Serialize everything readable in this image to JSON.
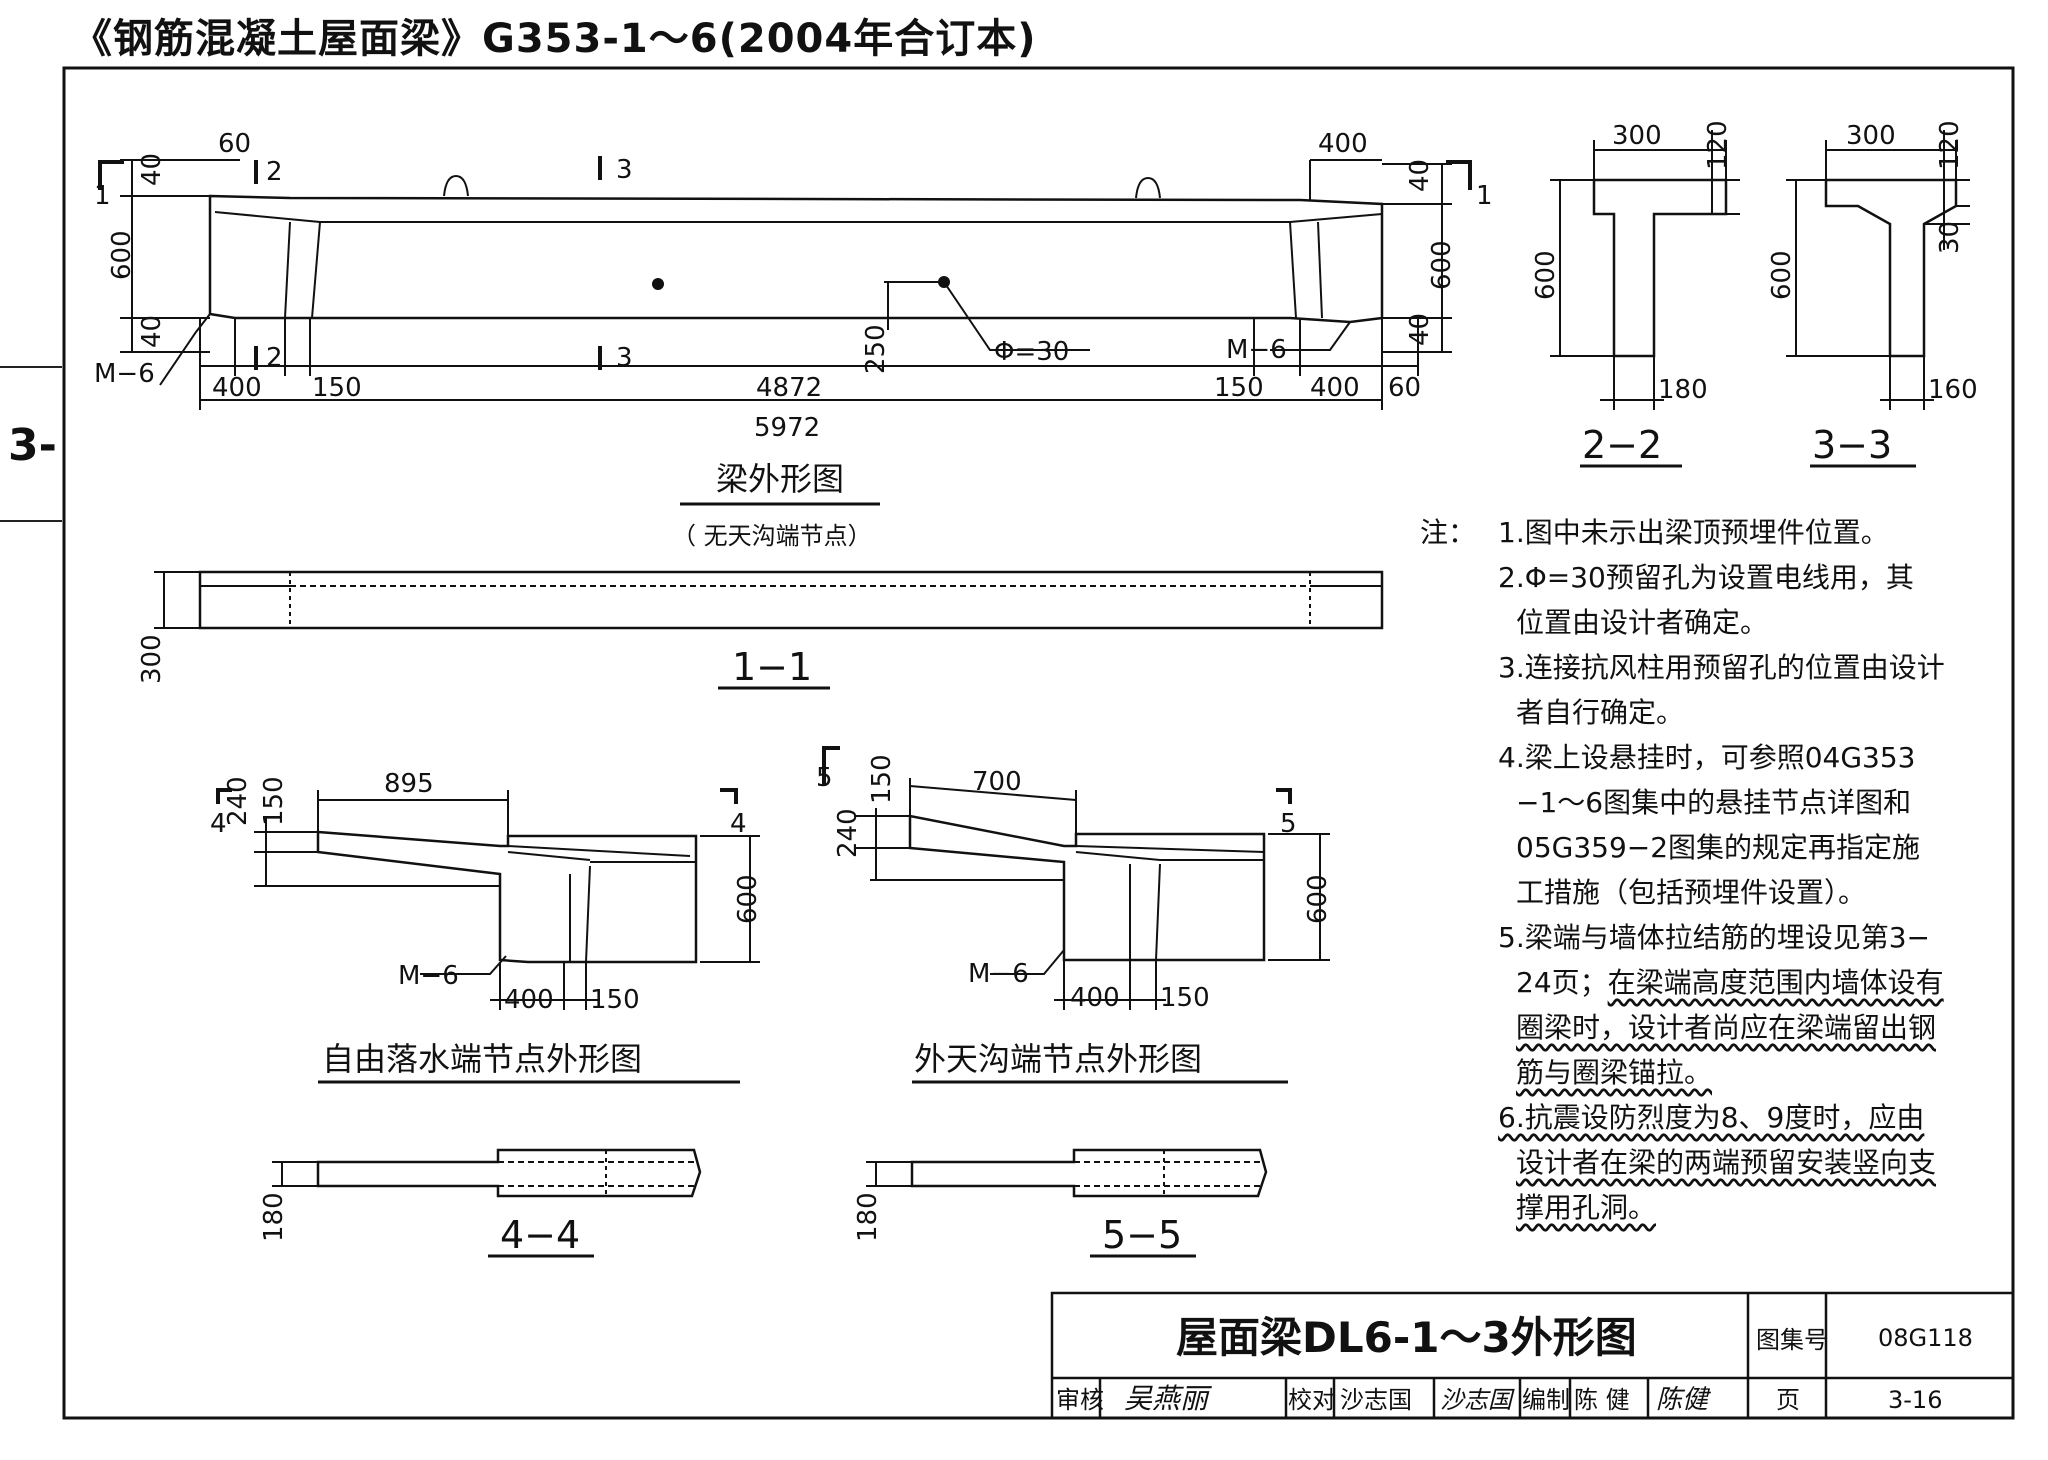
{
  "header": {
    "title": "《钢筋混凝土屋面梁》G353-1～6(2004年合订本)"
  },
  "side_tab": "3-",
  "beam_elevation": {
    "caption": "梁外形图",
    "subcaption": "（ 无天沟端节点）",
    "dims": {
      "d60": "60",
      "d40a": "40",
      "d600l": "600",
      "d40b": "40",
      "m6l": "M−6",
      "d400a": "400",
      "d150a": "150",
      "d4872": "4872",
      "d5972": "5972",
      "d400top": "400",
      "d40c": "40",
      "d600r": "600",
      "d40d": "40",
      "m6r": "M−6",
      "d150b": "150",
      "d400b": "400",
      "d60b": "60",
      "d250": "250",
      "phi": "Φ=30",
      "s1a": "1",
      "s1b": "1",
      "s2a": "2",
      "s2b": "2",
      "s3a": "3",
      "s3b": "3"
    }
  },
  "sections_top": {
    "s22": {
      "label": "2−2",
      "w": "300",
      "t": "120",
      "h": "600",
      "b": "180"
    },
    "s33": {
      "label": "3−3",
      "w": "300",
      "t": "120",
      "h": "600",
      "b": "160",
      "t2": "30"
    }
  },
  "plan_11": {
    "label": "1−1",
    "d300": "300"
  },
  "free_end": {
    "caption": "自由落水端节点外形图",
    "d895": "895",
    "d240": "240",
    "d150": "150",
    "d600": "600",
    "m6": "M−6",
    "d400": "400",
    "d150b": "150",
    "s4a": "4",
    "s4b": "4"
  },
  "gutter_end": {
    "caption": "外天沟端节点外形图",
    "d700": "700",
    "d240": "240",
    "d150": "150",
    "d600": "600",
    "m6": "M−6",
    "d400": "400",
    "d150b": "150",
    "s5a": "5",
    "s5b": "5"
  },
  "plan_44": {
    "label": "4−4",
    "d180": "180"
  },
  "plan_55": {
    "label": "5−5",
    "d180": "180"
  },
  "notes": {
    "label": "注：",
    "n1": "1.图中未示出梁顶预埋件位置。",
    "n2a": "2.Φ=30预留孔为设置电线用，其",
    "n2b": "位置由设计者确定。",
    "n3a": "3.连接抗风柱用预留孔的位置由设计",
    "n3b": "者自行确定。",
    "n4a": "4.梁上设悬挂时，可参照04G353",
    "n4b": "−1～6图集中的悬挂节点详图和",
    "n4c": "05G359−2图集的规定再指定施",
    "n4d": "工措施（包括预埋件设置）。",
    "n5a": "5.梁端与墙体拉结筋的埋设见第3−",
    "n5b_plain": "24页；",
    "n5b_wavy": "在梁端高度范围内墙体设有",
    "n5c": "圈梁时，设计者尚应在梁端留出钢",
    "n5d": "筋与圈梁锚拉。",
    "n6a": "6.抗震设防烈度为8、9度时，应由",
    "n6b": "设计者在梁的两端预留安装竖向支",
    "n6c": "撑用孔洞。"
  },
  "title_block": {
    "title": "屋面梁DL6-1～3外形图",
    "atlas_label": "图集号",
    "atlas_no": "08G118",
    "review": "审核",
    "reviewer_sig": "吴燕丽",
    "check": "校对",
    "checker": "沙志国",
    "checker_sig": "沙志国",
    "draft": "编制",
    "drafter": "陈 健",
    "drafter_sig": "陈健",
    "page_label": "页",
    "page_no": "3-16"
  }
}
